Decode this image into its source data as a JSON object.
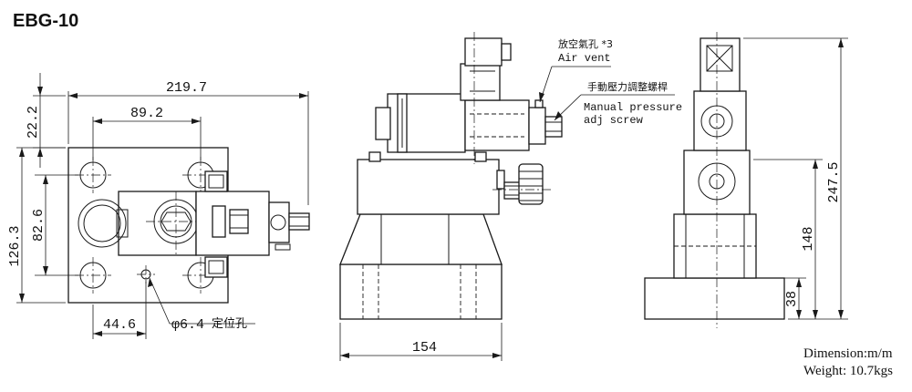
{
  "title": "EBG-10",
  "front_view": {
    "dim_overall_width": "219.7",
    "dim_hole_spacing_x": "89.2",
    "dim_top_offset": "22.2",
    "dim_overall_height": "126.3",
    "dim_hole_spacing_y": "82.6",
    "dim_locating_offset": "44.6",
    "locating_hole_dia": "φ6.4",
    "locating_hole_label": "定位孔"
  },
  "side_view": {
    "air_vent_label_cn": "放空氣孔 *3",
    "air_vent_label_en": "Air vent",
    "manual_adj_label_cn": "手動壓力調整螺桿",
    "manual_adj_label_en_1": "Manual pressure",
    "manual_adj_label_en_2": "adj screw",
    "dim_base_width": "154"
  },
  "end_view": {
    "dim_total_height": "247.5",
    "dim_center_height": "148",
    "dim_base_height": "38"
  },
  "notes": {
    "dimension_unit": "Dimension:m/m",
    "weight": "Weight: 10.7kgs"
  }
}
